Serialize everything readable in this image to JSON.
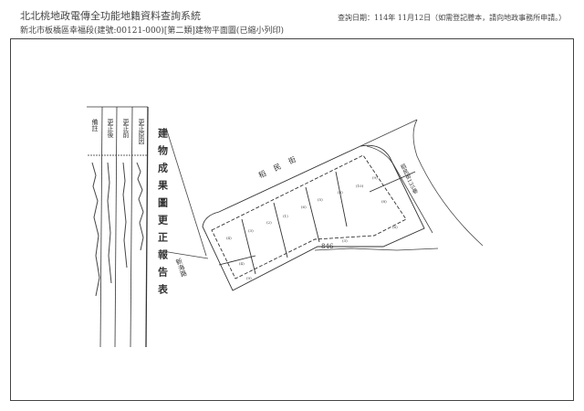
{
  "header": {
    "system_title": "北北桃地政電傳全功能地籍資料查詢系統",
    "document_subtitle": "新北市板橋區幸福段(建號:00121-000)[第二類]建物平面圖(已縮小列印)",
    "query_date": "查詢日期：114年 11月12日（如需登記謄本，請向地政事務所申請。）"
  },
  "drawing": {
    "report_title": "建物成果圖更正報告表",
    "table_headers": [
      "更正原因",
      "更正前",
      "更正後",
      "備註"
    ],
    "street_top": "稻民街",
    "street_right": "稻民街135巷",
    "road_left": "新海路",
    "parcel_number": "846"
  }
}
